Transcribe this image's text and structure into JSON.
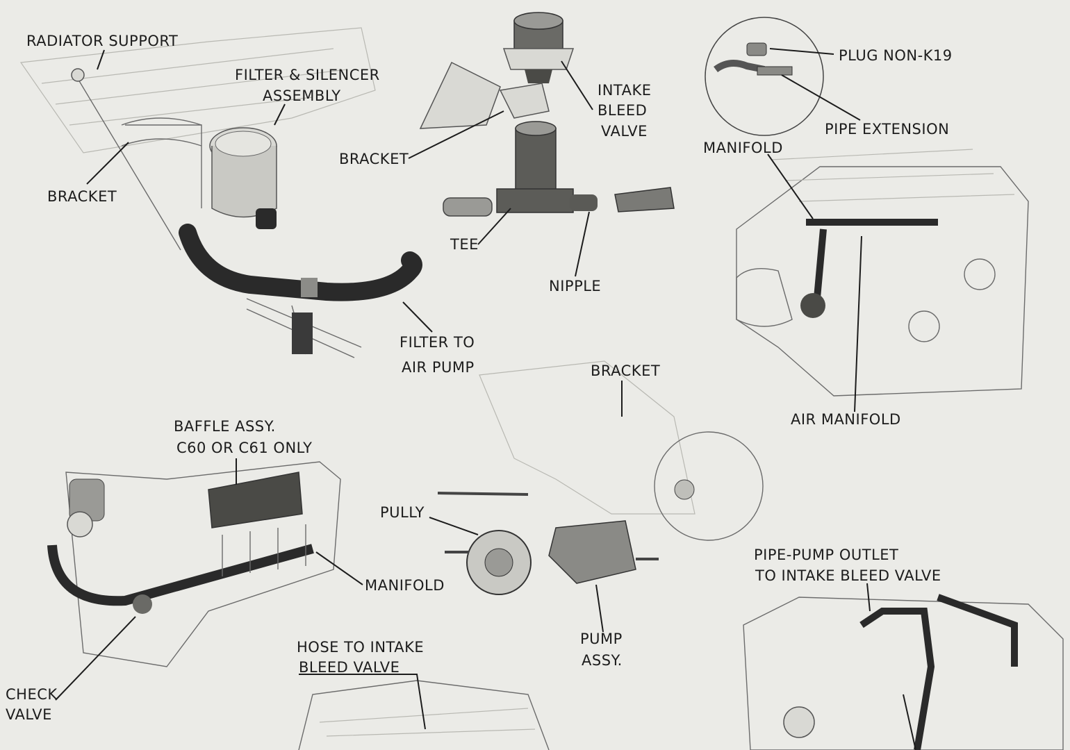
{
  "labels": {
    "radiator_support": "RADIATOR SUPPORT",
    "filter_silencer_1": "FILTER & SILENCER",
    "filter_silencer_2": "ASSEMBLY",
    "bracket_left": "BRACKET",
    "intake_bleed_1": "INTAKE",
    "intake_bleed_2": "BLEED",
    "intake_bleed_3": "VALVE",
    "bracket_center": "BRACKET",
    "tee": "TEE",
    "nipple": "NIPPLE",
    "filter_to_pump_1": "FILTER TO",
    "filter_to_pump_2": "AIR PUMP",
    "plug": "PLUG NON-K19",
    "pipe_extension": "PIPE EXTENSION",
    "manifold_right": "MANIFOLD",
    "air_manifold": "AIR MANIFOLD",
    "bracket_lower": "BRACKET",
    "baffle_1": "BAFFLE ASSY.",
    "baffle_2": "C60 OR C61 ONLY",
    "pully": "PULLY",
    "manifold_left": "MANIFOLD",
    "pump_1": "PUMP",
    "pump_2": "ASSY.",
    "pipe_pump_1": "PIPE-PUMP OUTLET",
    "pipe_pump_2": "TO INTAKE BLEED VALVE",
    "hose_intake_1": "HOSE TO INTAKE",
    "hose_intake_2": "BLEED VALVE",
    "check_valve_1": "CHECK",
    "check_valve_2": "VALVE"
  },
  "colors": {
    "paper": "#ebebe7",
    "ink": "#1c1c1c",
    "sketch": "#6b6b6b"
  }
}
